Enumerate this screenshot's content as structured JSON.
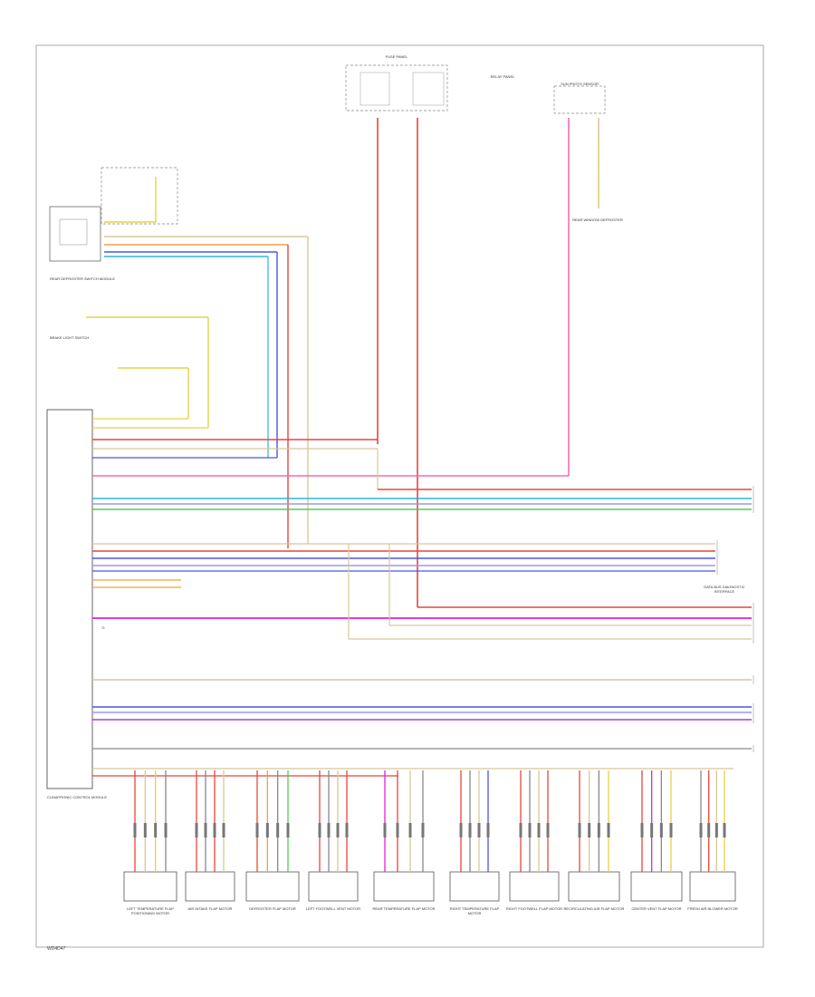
{
  "diagram": {
    "footer_code": "WD4D47",
    "labels": {
      "climate_module": "CLIMATRONIC CONTROL MODULE",
      "recirc_switch": "REAR DEFROSTER SWITCH MODULE",
      "brake_light_switch": "BRAKE LIGHT SWITCH",
      "fuse_panel": "FUSE PANEL",
      "relay_panel": "RELAY PANEL",
      "sun_sensor": "SUN PHOTO SENSOR",
      "rear_window_heater": "REAR WINDOW DEFROSTER",
      "gateway": "DATA BUS DIAGNOSTIC INTERFACE",
      "ground": "G"
    },
    "motors": [
      "LEFT TEMPERATURE FLAP POSITIONING MOTOR",
      "AIR INTAKE FLAP MOTOR",
      "DEFROSTER FLAP MOTOR",
      "LEFT FOOTWELL VENT MOTOR",
      "REAR TEMPERATURE FLAP MOTOR",
      "RIGHT TEMPERATURE FLAP MOTOR",
      "RIGHT FOOTWELL FLAP MOTOR",
      "RECIRCULATING AIR FLAP MOTOR",
      "CENTER VENT FLAP MOTOR",
      "FRESH AIR BLOWER MOTOR"
    ],
    "wire_colors": {
      "red": "#e8453c",
      "pink": "#f26db7",
      "magenta": "#e020e0",
      "blue": "#4a56e0",
      "cyan": "#2ab5d8",
      "green": "#50d050",
      "yellow": "#e8d048",
      "orange": "#f0a040",
      "tan": "#d8c898",
      "purple": "#b040c0",
      "lavender": "#9a9ae8",
      "black": "#444444",
      "gray": "#888888"
    }
  }
}
